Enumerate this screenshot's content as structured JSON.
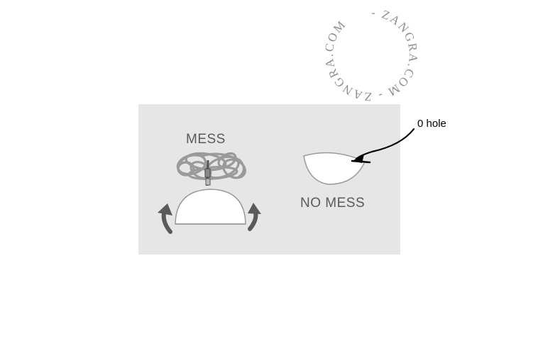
{
  "watermark": {
    "text": "- ZANGRA.COM - ZANGRA.COM"
  },
  "diagram": {
    "mess_label": "MESS",
    "no_mess_label": "NO MESS",
    "hole_label": "0 hole"
  },
  "colors": {
    "panel": "#e6e6e6",
    "shade_fill": "#ffffff",
    "cable_tangle": "#9a9a9a",
    "arrow_dark": "#5a5a5a",
    "watermark": "#8f8f8f"
  }
}
